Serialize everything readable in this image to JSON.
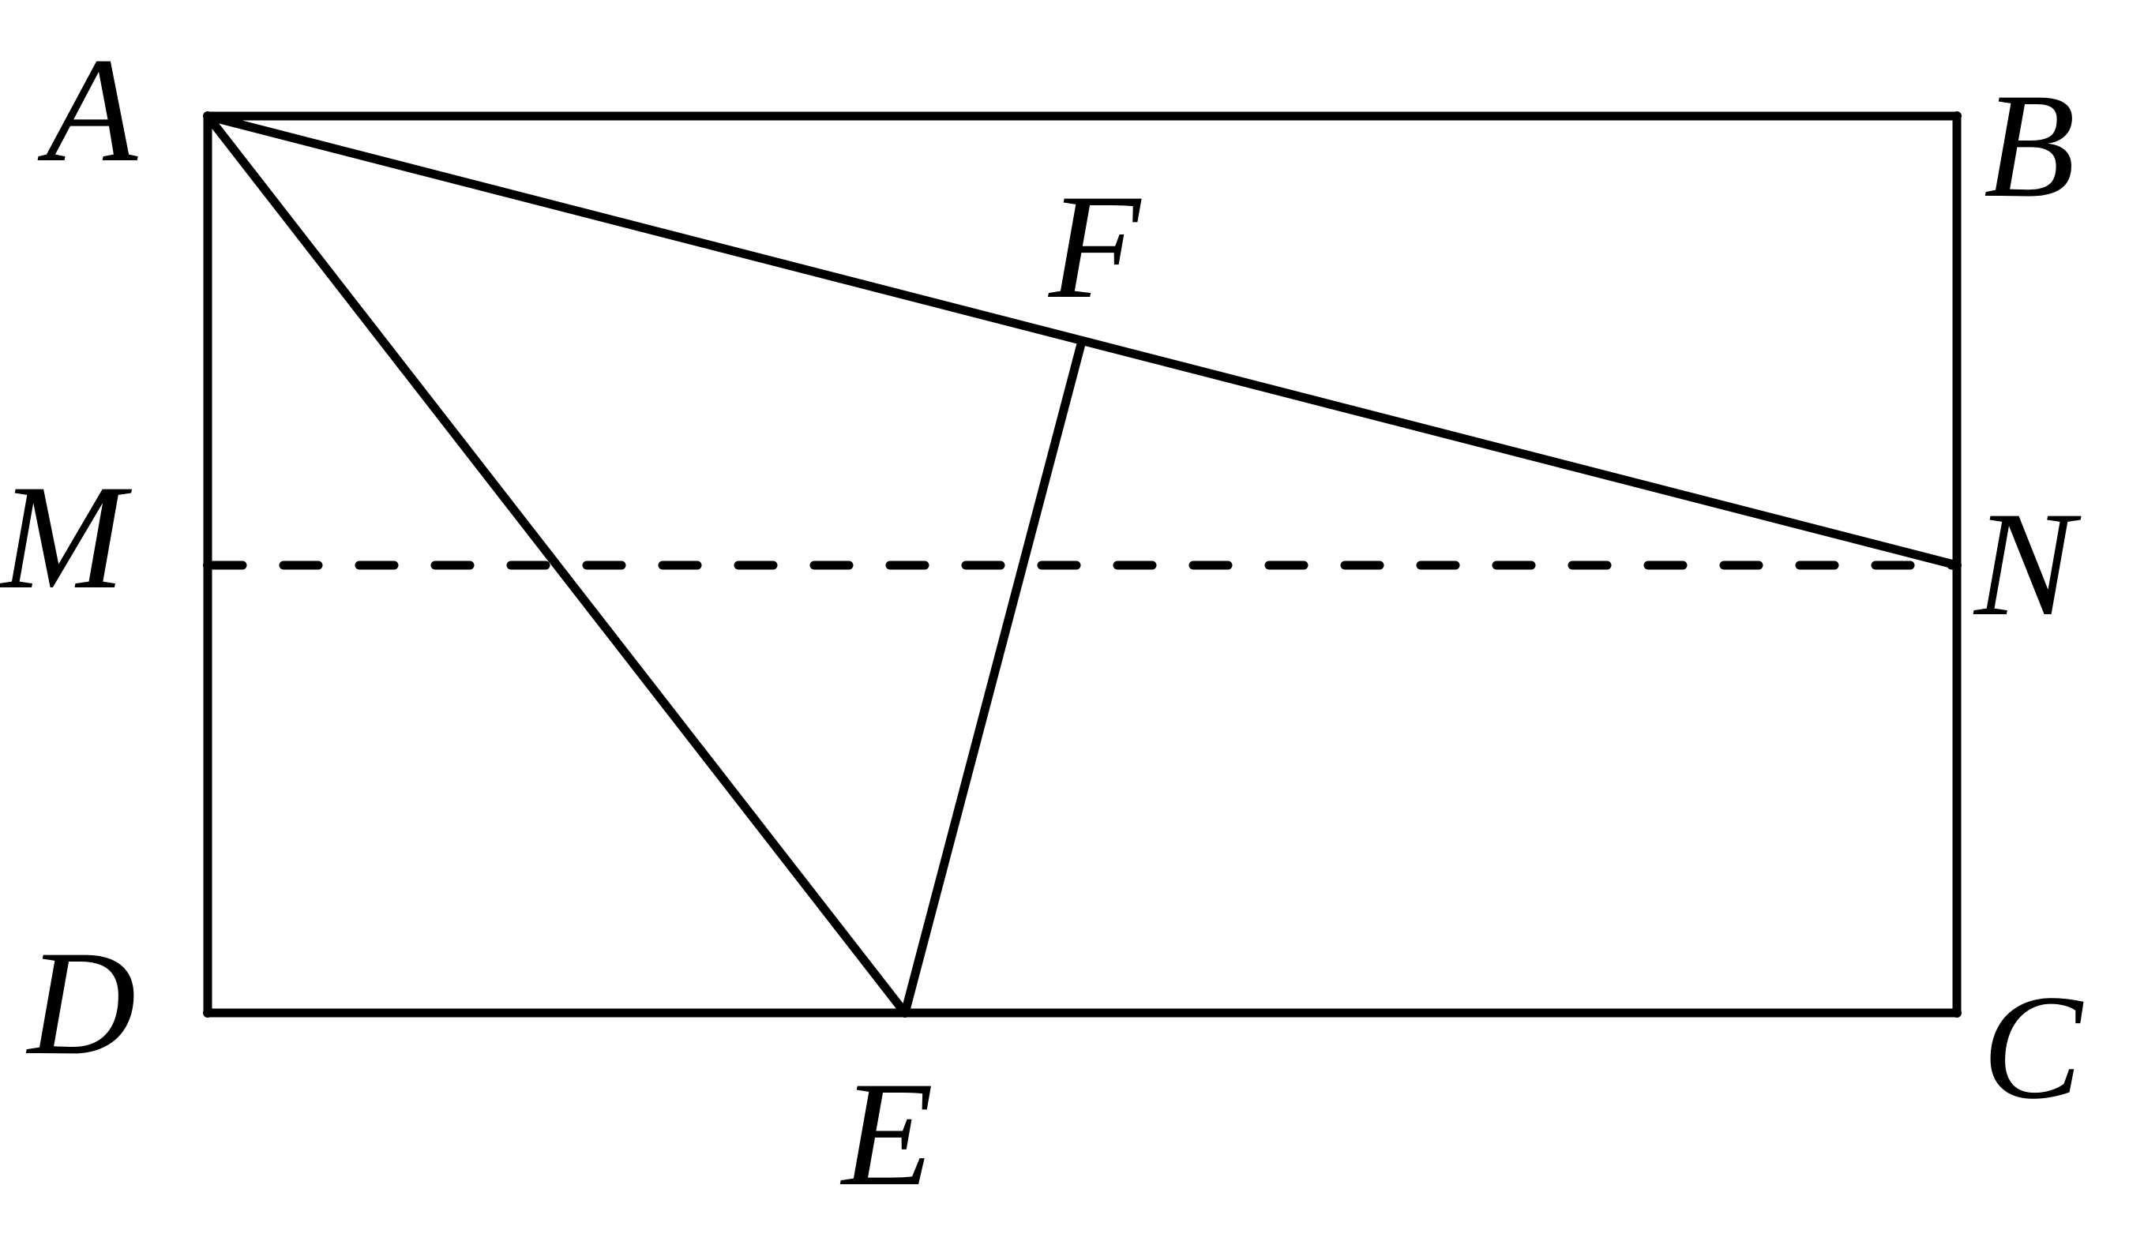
{
  "labels": {
    "A": "A",
    "B": "B",
    "C": "C",
    "D": "D",
    "E": "E",
    "F": "F",
    "M": "M",
    "N": "N"
  },
  "colors": {
    "stroke": "#000000",
    "background": "#ffffff"
  }
}
